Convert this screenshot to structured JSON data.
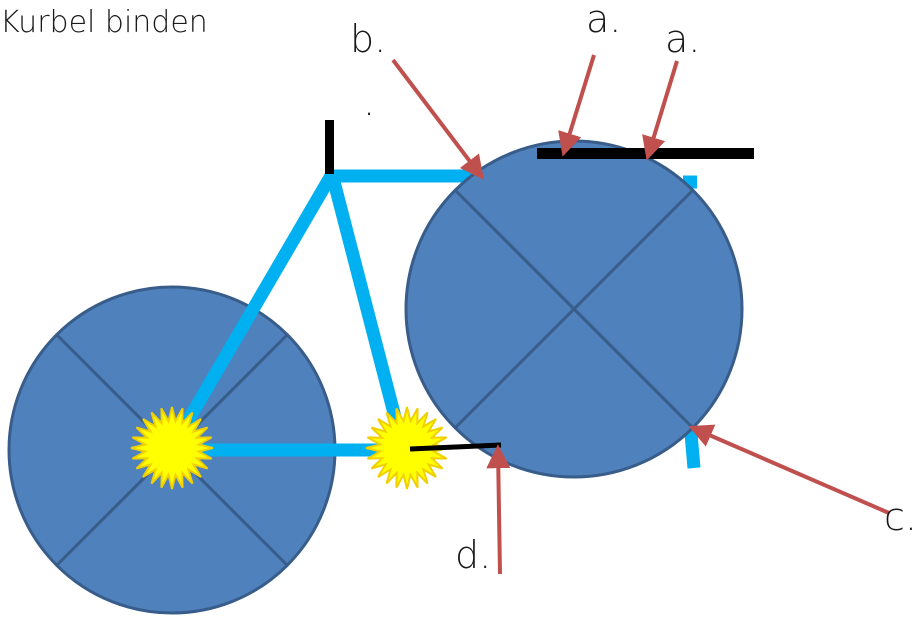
{
  "title": "Kurbel binden",
  "stray_mark": ".",
  "labels": {
    "a1": "a.",
    "a2": "a.",
    "b": "b.",
    "c": "c.",
    "d": "d."
  },
  "colors": {
    "wheel_fill": "#4f81bd",
    "wheel_stroke": "#385d8a",
    "frame": "#00b0f0",
    "arrow": "#c0504d",
    "bar": "#000000",
    "star_fill": "#ffff00",
    "star_stroke": "#f0d000"
  }
}
